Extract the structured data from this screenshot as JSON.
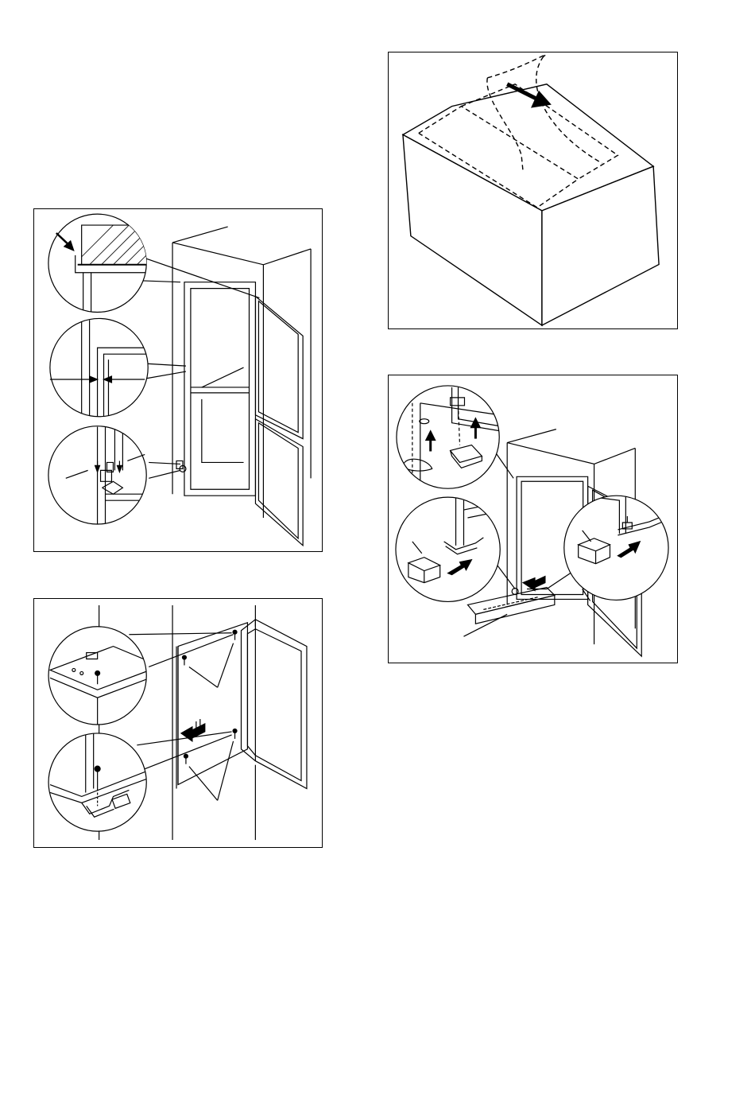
{
  "colors": {
    "line": "#000000",
    "background": "#ffffff",
    "hatch": "#000000",
    "highlight": "#222222"
  },
  "figures": [
    {
      "id": "door-alignment",
      "icons": [
        "hinge-icon",
        "gap-arrows-icon",
        "corner-arrow-icon"
      ]
    },
    {
      "id": "screw-fixing",
      "icons": [
        "screw-icon",
        "bracket-icon",
        "push-arrow-icon"
      ]
    },
    {
      "id": "packaging-removal",
      "icons": [
        "dashed-lid-icon",
        "pull-arrow-icon"
      ]
    },
    {
      "id": "cover-fitting",
      "icons": [
        "up-arrow-icon",
        "cover-cap-icon",
        "ventilation-grille-icon"
      ]
    }
  ]
}
